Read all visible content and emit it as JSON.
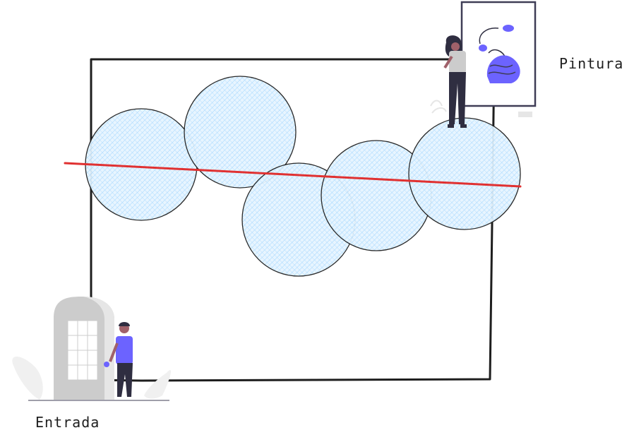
{
  "labels": {
    "painting": "Pintura",
    "entrance": "Entrada"
  },
  "colors": {
    "stroke": "#1e1e1e",
    "circle_fill": "#a5d8ff",
    "path_line": "#e03131",
    "accent": "#6c63ff",
    "door_gray": "#cccccc",
    "leaf_gray": "#f0f0f0",
    "skin": "#a0616a",
    "hair": "#2f2e41"
  },
  "icons": {
    "entrance_figure": "person-at-door",
    "painting_figure": "person-viewing-painting"
  },
  "circle_count": 5
}
